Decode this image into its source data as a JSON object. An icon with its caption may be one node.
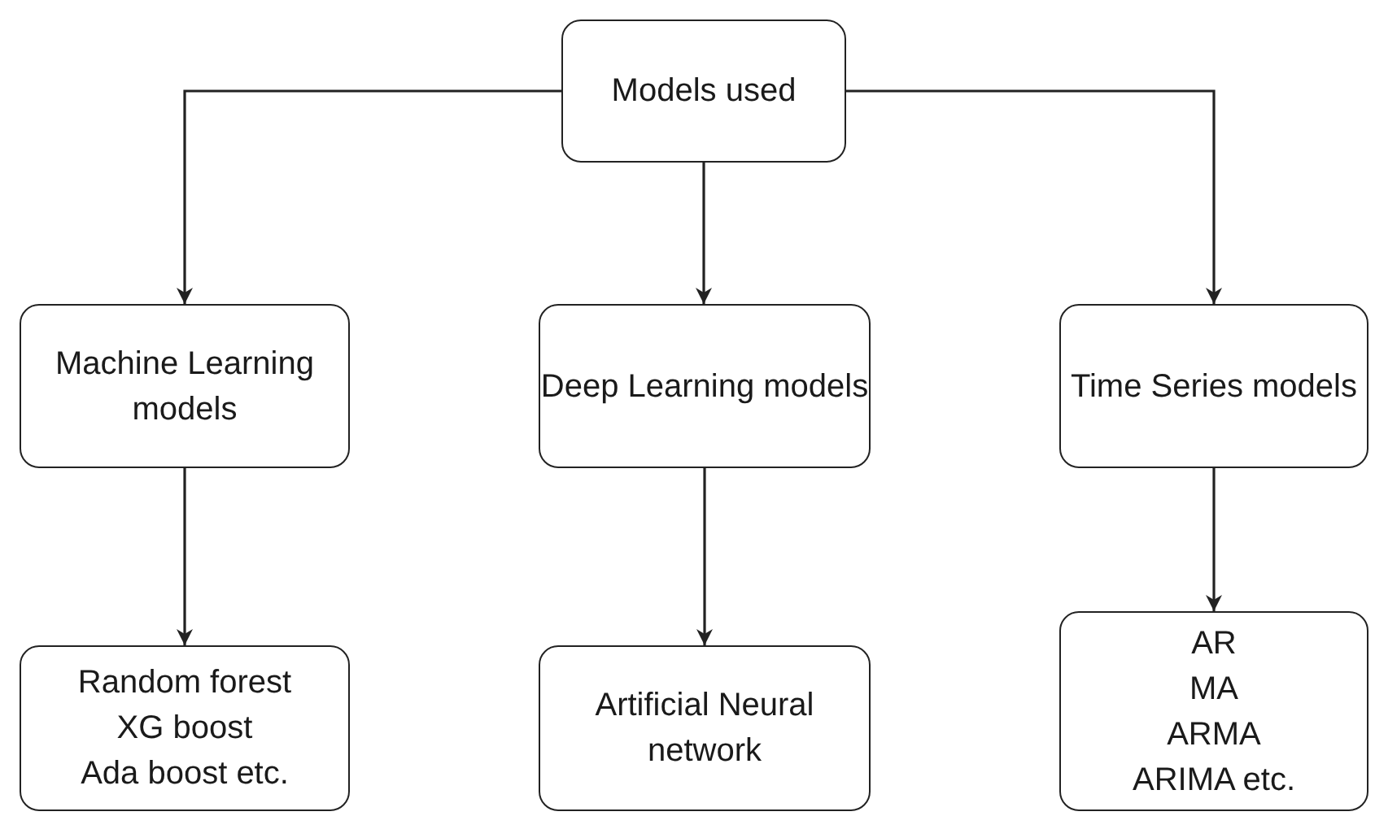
{
  "diagram": {
    "nodes": [
      {
        "text": [
          "Models used"
        ]
      },
      {
        "text": [
          "Machine Learning models"
        ]
      },
      {
        "text": [
          "Deep Learning models"
        ]
      },
      {
        "text": [
          "Time Series models"
        ]
      },
      {
        "text": [
          "Random forest",
          "XG boost",
          "Ada boost etc."
        ]
      },
      {
        "text": [
          "Artificial Neural network"
        ]
      },
      {
        "text": [
          "AR",
          "MA",
          "ARMA",
          "ARIMA etc."
        ]
      }
    ],
    "edges": [
      {
        "from": 0,
        "to": 1,
        "arrow": "to"
      },
      {
        "from": 0,
        "to": 2,
        "arrow": "to"
      },
      {
        "from": 0,
        "to": 3,
        "arrow": "to"
      },
      {
        "from": 1,
        "to": 4,
        "arrow": "to"
      },
      {
        "from": 2,
        "to": 5,
        "arrow": "to"
      },
      {
        "from": 3,
        "to": 6,
        "arrow": "to"
      }
    ]
  }
}
